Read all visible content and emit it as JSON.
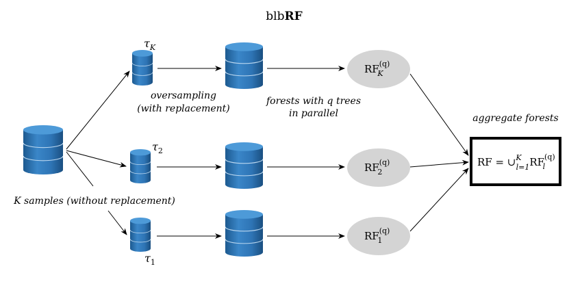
{
  "title": {
    "plain": "blb",
    "bold": "RF"
  },
  "captions": {
    "oversampling_line1": "oversampling",
    "oversampling_line2": "(with replacement)",
    "forests_line1": "forests with q trees",
    "forests_line2": "in parallel",
    "aggregate": "aggregate forests",
    "samples": "K samples (without replacement)"
  },
  "subsamples": [
    {
      "symbol": "τ",
      "sub": "K"
    },
    {
      "symbol": "τ",
      "sub": "2"
    },
    {
      "symbol": "τ",
      "sub": "1"
    }
  ],
  "forests": [
    {
      "label": "RF",
      "sup": "(q)",
      "sub": "K"
    },
    {
      "label": "RF",
      "sup": "(q)",
      "sub": "2"
    },
    {
      "label": "RF",
      "sup": "(q)",
      "sub": "1"
    }
  ],
  "aggregate_box": {
    "lhs": "RF = ∪",
    "union_sup": "K",
    "union_sub": "l=1",
    "rf": "RF",
    "rf_sup": "(q)",
    "rf_sub": "l"
  },
  "colors": {
    "cylinder_body": "#2e74b5",
    "cylinder_top": "#4d9ad8",
    "cylinder_dark": "#1d5a90",
    "ellipse_fill": "#d4d4d4",
    "arrow": "#000000",
    "box_border": "#000000"
  },
  "icons": [
    "database-cylinder-icon"
  ]
}
